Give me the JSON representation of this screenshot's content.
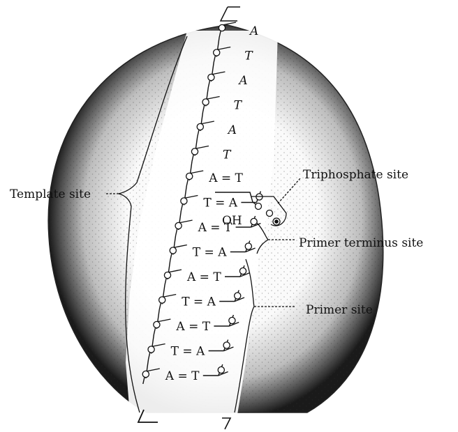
{
  "labels": {
    "template_site": "Template site",
    "triphosphate_site": "Triphosphate site",
    "primer_terminus_site": "Primer terminus site",
    "primer_site": "Primer site",
    "hydroxyl": "OH"
  },
  "single_strand_bases": [
    "A",
    "T",
    "A",
    "T",
    "A",
    "T"
  ],
  "pairs": [
    {
      "template": "A",
      "primer": "T"
    },
    {
      "template": "T",
      "primer": "A"
    },
    {
      "template": "A",
      "primer": "T"
    },
    {
      "template": "T",
      "primer": "A"
    },
    {
      "template": "A",
      "primer": "T"
    },
    {
      "template": "T",
      "primer": "A"
    },
    {
      "template": "A",
      "primer": "T"
    },
    {
      "template": "T",
      "primer": "A"
    },
    {
      "template": "A",
      "primer": "T"
    }
  ],
  "pair_symbol": "="
}
